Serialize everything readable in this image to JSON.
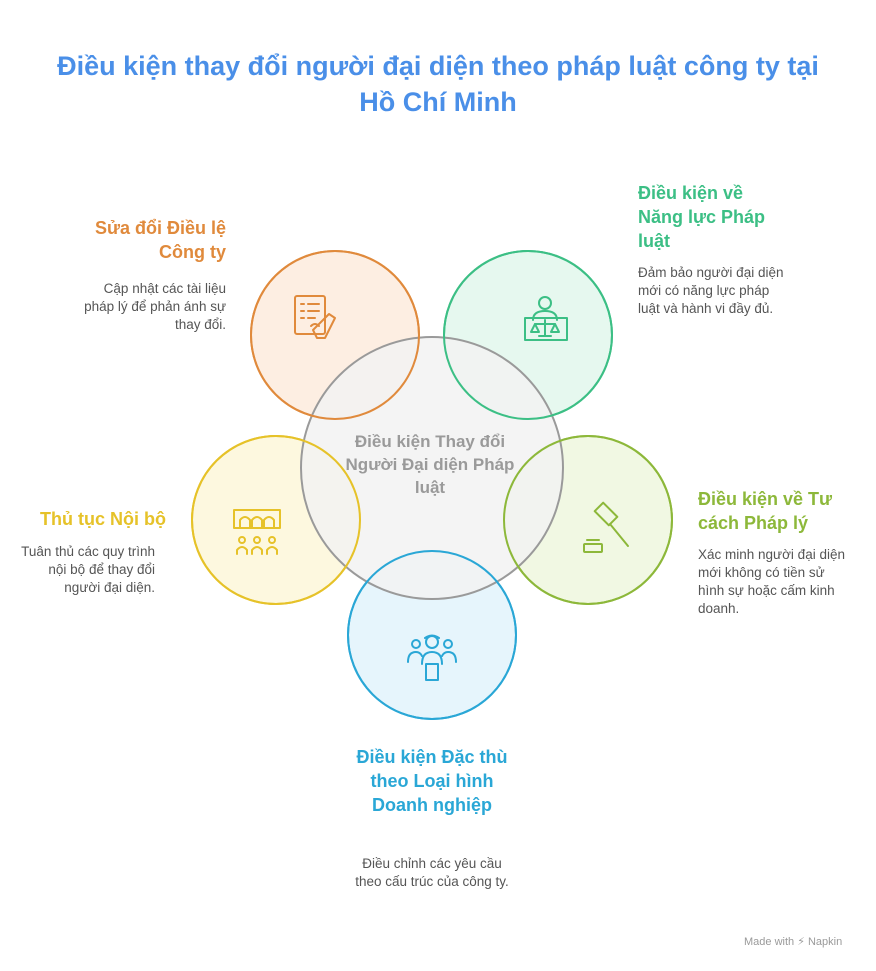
{
  "title": {
    "line1": "Điều kiện thay đổi người đại diện theo pháp luật công ty tại",
    "line2": "Hồ Chí Minh"
  },
  "center": {
    "label": "Điều kiện Thay đổi Người Đại diện Pháp luật",
    "color": "#9a9a9a"
  },
  "nodes": {
    "charter": {
      "title": "Sửa đổi Điều lệ Công ty",
      "description": "Cập nhật các tài liệu pháp lý để phản ánh sự thay đổi.",
      "color": "#e08a3c",
      "icon": "document-signing-icon"
    },
    "legal_capacity": {
      "title": "Điều kiện về Năng lực Pháp luật",
      "description": "Đảm bảo người đại diện mới có năng lực pháp luật và hành vi đầy đủ.",
      "color": "#3cbf85",
      "icon": "judge-scales-icon"
    },
    "legal_status": {
      "title": "Điều kiện về Tư cách Pháp lý",
      "description": "Xác minh người đại diện mới không có tiền sử hình sự hoặc cấm kinh doanh.",
      "color": "#8db83a",
      "icon": "gavel-icon"
    },
    "internal": {
      "title": "Thủ tục Nội bộ",
      "description": "Tuân thủ các quy trình nội bộ để thay đổi người đại diện.",
      "color": "#e6c229",
      "icon": "building-people-icon"
    },
    "business_type": {
      "title": "Điều kiện Đặc thù theo Loại hình Doanh nghiệp",
      "description": "Điều chỉnh các yêu cầu theo cấu trúc của công ty.",
      "color": "#2aa7d6",
      "icon": "team-people-icon"
    }
  },
  "footer": {
    "text": "Made with ⚡ Napkin"
  }
}
